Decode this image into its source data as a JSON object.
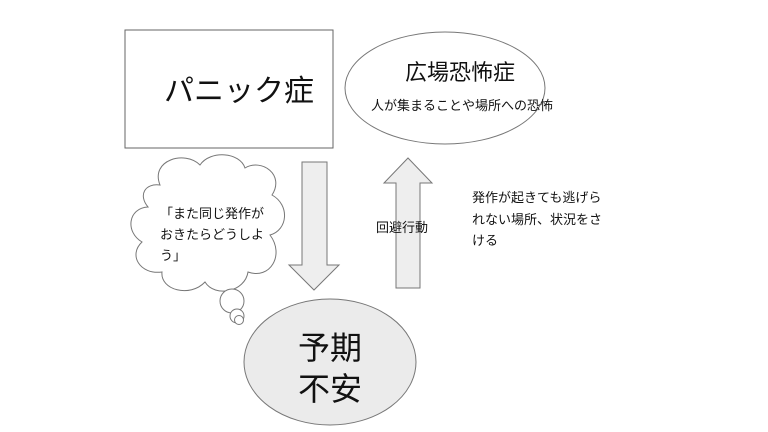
{
  "panic_box": {
    "label": "パニック症"
  },
  "agoraphobia": {
    "title": "広場恐怖症",
    "subtitle": "人が集まることや場所への恐怖"
  },
  "thought_bubble": {
    "lines": [
      "「また同じ発作が",
      "おきたらどうしよ",
      "う」"
    ]
  },
  "avoidance_label": "回避行動",
  "avoidance_note": {
    "lines": [
      "発作が起きても逃げら",
      "れない場所、状況をさ",
      "ける"
    ]
  },
  "anticipatory_anxiety": {
    "lines": [
      "予期",
      "不安"
    ]
  },
  "colors": {
    "stroke": "#777777",
    "arrow_fill": "#eeeeee",
    "ellipse_fill": "#ebebeb"
  }
}
